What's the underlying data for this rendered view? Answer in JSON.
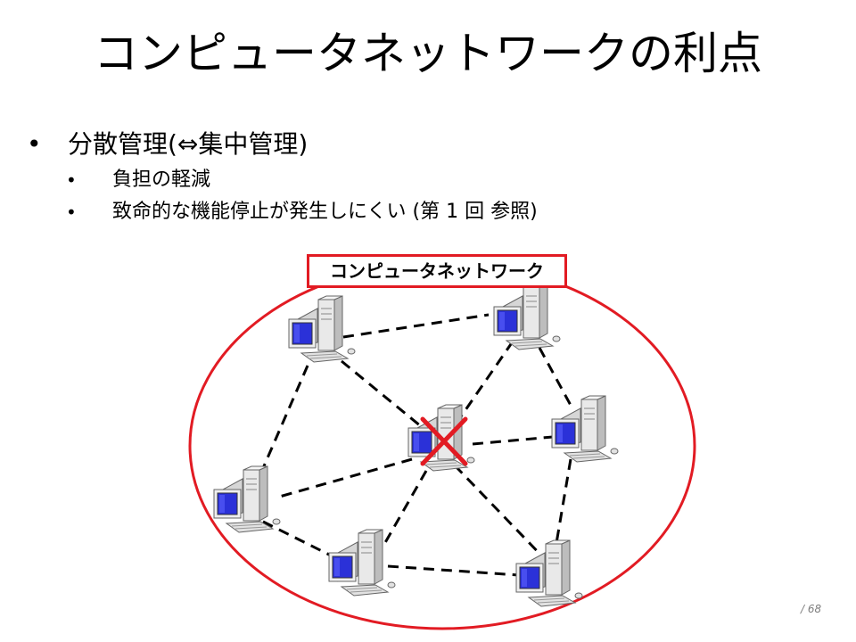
{
  "slide": {
    "title": "コンピュータネットワークの利点",
    "page_number": "/ 68"
  },
  "bullets": {
    "main": {
      "marker": "•",
      "text": "分散管理(⇔集中管理)"
    },
    "sub": [
      {
        "marker": "•",
        "text": "負担の軽減"
      },
      {
        "marker": "•",
        "text": "致命的な機能停止が発生しにくい (第 1 回 参照)"
      }
    ]
  },
  "diagram": {
    "network_label": "コンピュータネットワーク",
    "computers": [
      "computer-top-left",
      "computer-top-right",
      "computer-right",
      "computer-center-failed",
      "computer-left",
      "computer-bottom-left",
      "computer-bottom-right"
    ],
    "failed_marker_icon": "red-x-icon",
    "colors": {
      "boundary": "#e21b23",
      "failure_mark": "#e21b23",
      "link": "#000000",
      "screen": "#2b31d8"
    }
  }
}
